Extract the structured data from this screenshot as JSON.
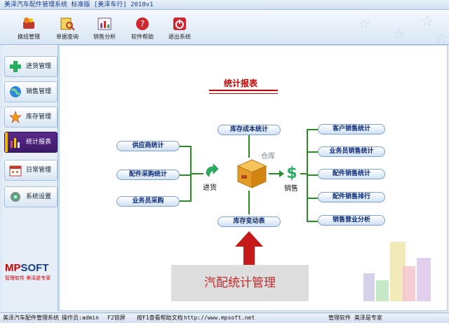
{
  "window": {
    "title": "美泽汽车配件管理系统 标准版 [美泽车行] 2010v1"
  },
  "toolbar": {
    "items": [
      {
        "label": "换班管理",
        "icon": "shift-icon"
      },
      {
        "label": "单据查询",
        "icon": "search-icon"
      },
      {
        "label": "销售分析",
        "icon": "chart-icon"
      },
      {
        "label": "软件帮助",
        "icon": "help-icon"
      },
      {
        "label": "退出系统",
        "icon": "power-icon"
      }
    ]
  },
  "sidebar": {
    "items": [
      {
        "label": "进货管理",
        "icon": "plus-icon"
      },
      {
        "label": "销售管理",
        "icon": "globe-icon"
      },
      {
        "label": "库存管理",
        "icon": "star-icon"
      },
      {
        "label": "统计报表",
        "icon": "bar-chart-icon",
        "active": true
      },
      {
        "label": "日常管理",
        "icon": "calendar-icon"
      },
      {
        "label": "系统设置",
        "icon": "gear-icon"
      }
    ],
    "logo": {
      "brand_a": "MP",
      "brand_b": "SOFT",
      "tagline": "管理软件 美泽是专家"
    }
  },
  "main": {
    "title": "统计报表",
    "left_buttons": [
      "供应商统计",
      "配件采购统计",
      "业务员采购"
    ],
    "center_top": "库存成本统计",
    "center_bottom": "库存变动表",
    "labels": {
      "purchase": "进货",
      "warehouse": "仓库",
      "sales": "销售"
    },
    "right_buttons": [
      "客户销售统计",
      "业务员销售统计",
      "配件销售统计",
      "配件销售排行",
      "销售营业分析"
    ],
    "watermark": "汽配统计管理"
  },
  "status": {
    "app": "美泽汽车配件管理系统",
    "operator": "操作员:admin",
    "lock": "F2锁屏",
    "help": "按F1查看帮助文档",
    "url": "http://www.mpsoft.net",
    "slogan": "管理软件 美泽是专家"
  }
}
